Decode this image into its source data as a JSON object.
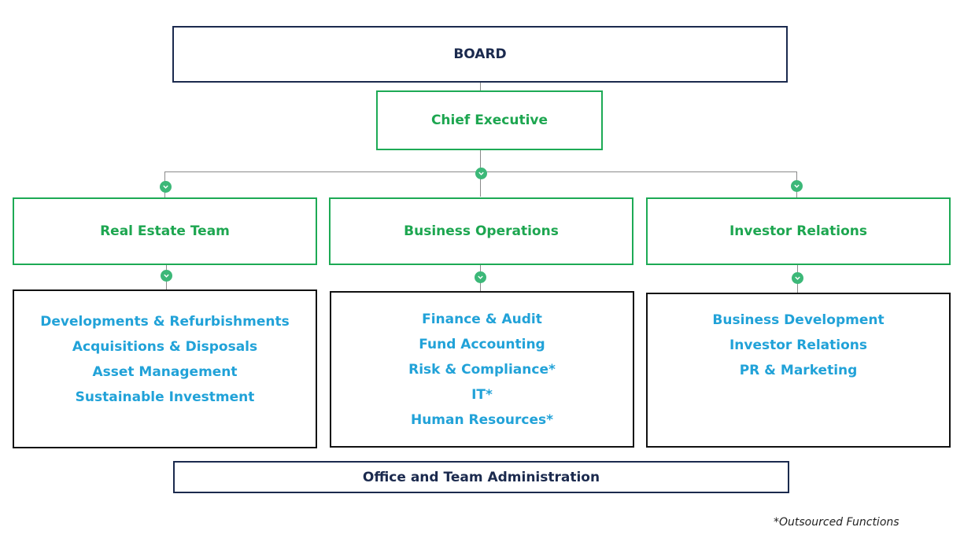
{
  "board": {
    "label": "BOARD"
  },
  "ceo": {
    "label": "Chief Executive"
  },
  "departments": [
    {
      "label": "Real Estate Team",
      "functions": [
        "Developments & Refurbishments",
        "Acquisitions & Disposals",
        "Asset Management",
        "Sustainable Investment"
      ]
    },
    {
      "label": "Business Operations",
      "functions": [
        "Finance & Audit",
        "Fund Accounting",
        "Risk & Compliance*",
        "IT*",
        "Human Resources*"
      ]
    },
    {
      "label": "Investor Relations",
      "functions": [
        "Business Development",
        "Investor Relations",
        "PR & Marketing"
      ]
    }
  ],
  "admin": {
    "label": "Office and Team Administration"
  },
  "footnote": "*Outsourced Functions",
  "colors": {
    "navy": "#1b2a4e",
    "green": "#1da650",
    "blue": "#21a2d8",
    "node": "#3cb878"
  },
  "icons": {
    "connector": "chevron-down-icon"
  }
}
